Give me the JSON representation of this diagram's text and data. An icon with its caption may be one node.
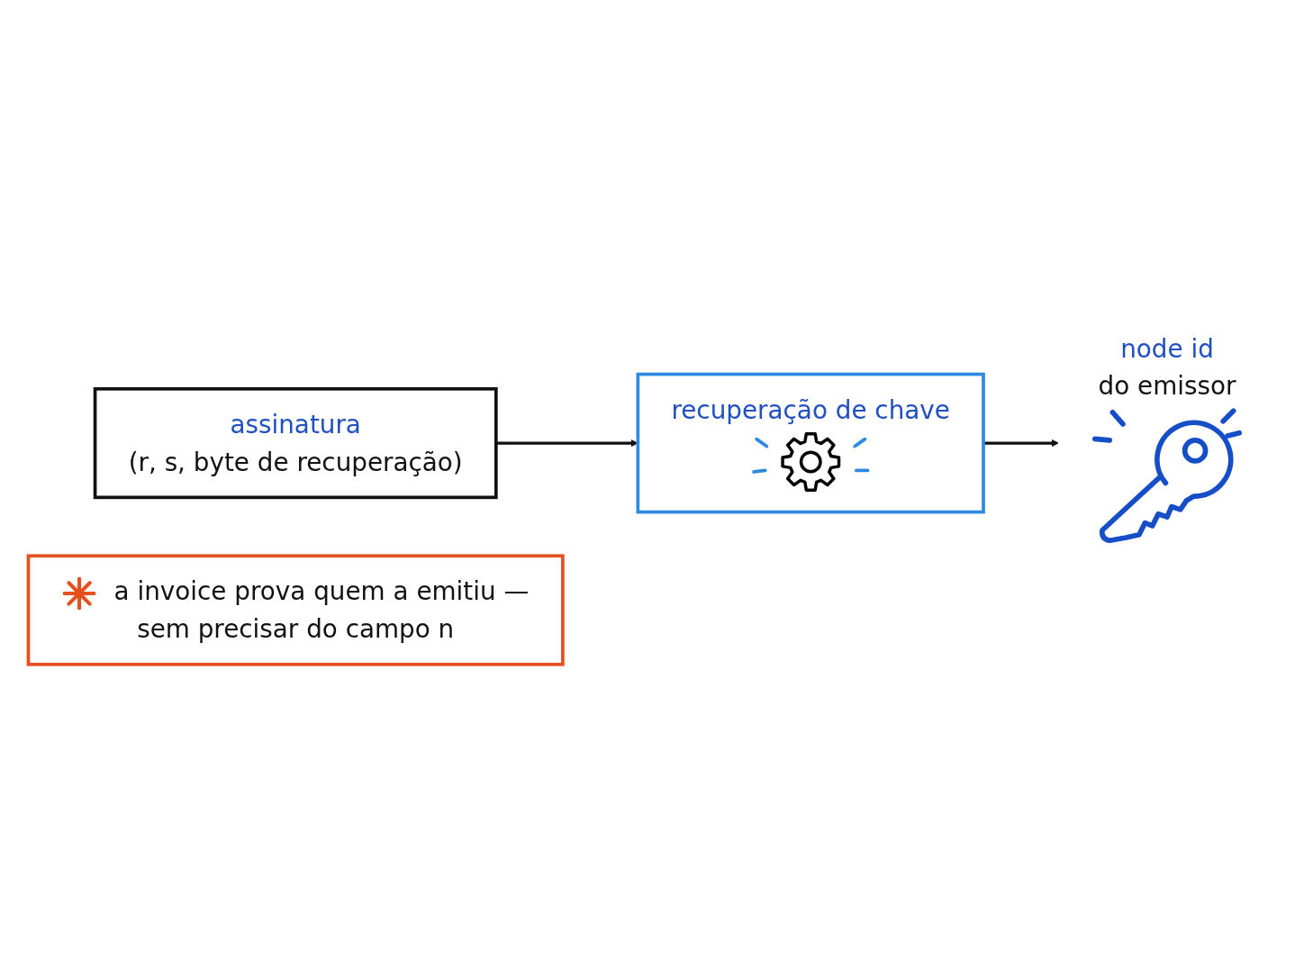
{
  "diagram": {
    "nodes": [
      {
        "text": [
          "assinatura",
          "(r, s, byte de recuperação)"
        ]
      },
      {
        "text": [
          "recuperação de chave"
        ]
      },
      {
        "text": [
          "node id",
          "do emissor"
        ]
      },
      {
        "text": [
          "a invoice prova quem a emitiu — sem precisar do campo n"
        ]
      }
    ],
    "edges": [
      {
        "from": 0,
        "to": 1,
        "arrow": "to"
      },
      {
        "from": 1,
        "to": 2,
        "arrow": "to"
      }
    ]
  }
}
